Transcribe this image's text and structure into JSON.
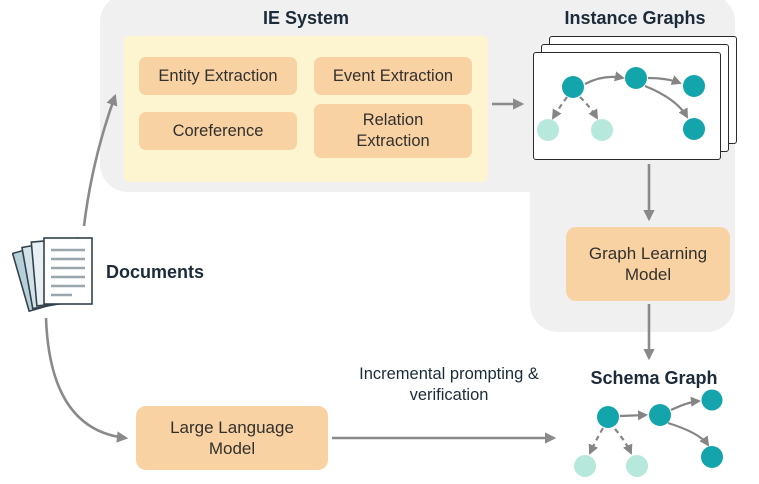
{
  "colors": {
    "panel_bg": "#f0f0f1",
    "yellow_bg": "#fcf5cf",
    "peach_bg": "#f9d2a4",
    "node_dark": "#14a4ab",
    "node_light": "#b6e9db",
    "arrow": "#8a8a8a",
    "text": "#1c2b3a",
    "card_border": "#2b2b2b"
  },
  "ie_system": {
    "title": "IE System",
    "boxes": [
      "Entity Extraction",
      "Event Extraction",
      "Coreference",
      "Relation Extraction"
    ]
  },
  "instance_graphs": {
    "title": "Instance Graphs"
  },
  "documents": {
    "label": "Documents"
  },
  "graph_learning_model": {
    "label": "Graph Learning Model"
  },
  "large_language_model": {
    "label": "Large Language Model"
  },
  "schema_graph": {
    "title": "Schema Graph"
  },
  "flow_label": "Incremental prompting & verification"
}
